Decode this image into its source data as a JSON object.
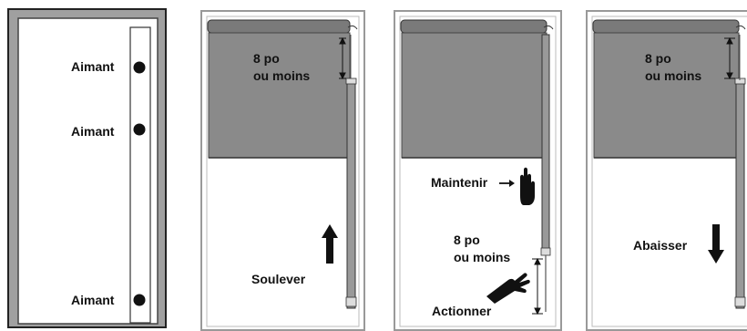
{
  "panel1": {
    "magnet_labels": [
      "Aimant",
      "Aimant",
      "Aimant"
    ]
  },
  "panel2": {
    "distance_label_line1": "8 po",
    "distance_label_line2": "ou moins",
    "action_label": "Soulever",
    "arrow_direction": "up"
  },
  "panel3": {
    "hold_label": "Maintenir",
    "distance_label_line1": "8 po",
    "distance_label_line2": "ou moins",
    "operate_label": "Actionner"
  },
  "panel4": {
    "distance_label_line1": "8 po",
    "distance_label_line2": "ou moins",
    "action_label": "Abaisser",
    "arrow_direction": "down"
  },
  "colors": {
    "shade": "#8a8a8a",
    "frame": "#9a9a9a",
    "headrail": "#7a7a7a",
    "ink": "#111111"
  },
  "icons": [
    "magnet-dot-icon",
    "arrow-up-icon",
    "arrow-down-icon",
    "hand-stop-icon",
    "hand-pull-icon",
    "dimension-arrow-icon"
  ]
}
